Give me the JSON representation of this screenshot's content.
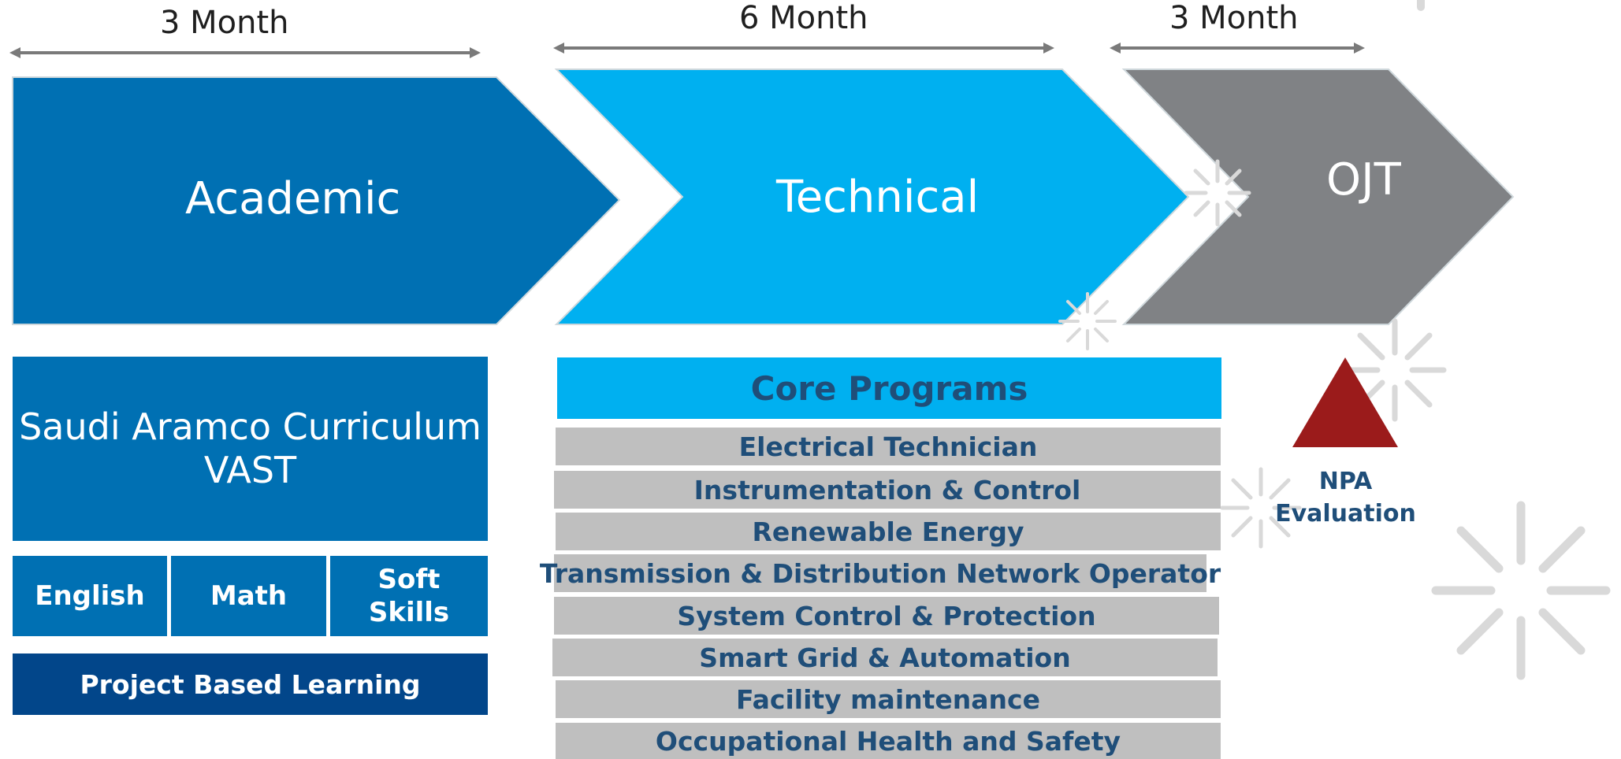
{
  "durations": {
    "academic": "3 Month",
    "technical": "6 Month",
    "ojt": "3 Month"
  },
  "phases": {
    "academic": "Academic",
    "technical": "Technical",
    "ojt": "OJT"
  },
  "academic": {
    "curriculum_line1": "Saudi Aramco Curriculum",
    "curriculum_line2": "VAST",
    "subjects": [
      "English",
      "Math",
      "Soft Skills"
    ],
    "project": "Project Based Learning"
  },
  "technical": {
    "header": "Core Programs",
    "programs": [
      "Electrical Technician",
      "Instrumentation & Control",
      "Renewable Energy",
      "Transmission & Distribution Network Operator",
      "System Control & Protection",
      "Smart Grid & Automation",
      "Facility maintenance",
      "Occupational Health and Safety"
    ]
  },
  "ojt": {
    "evaluation_line1": "NPA",
    "evaluation_line2": "Evaluation"
  },
  "colors": {
    "academic": "#0070b3",
    "technical": "#00b0f0",
    "ojt": "#808285",
    "project": "#02468a",
    "program_row": "#bfbfbf",
    "program_text": "#1f4e79",
    "triangle": "#9b1b1b"
  }
}
